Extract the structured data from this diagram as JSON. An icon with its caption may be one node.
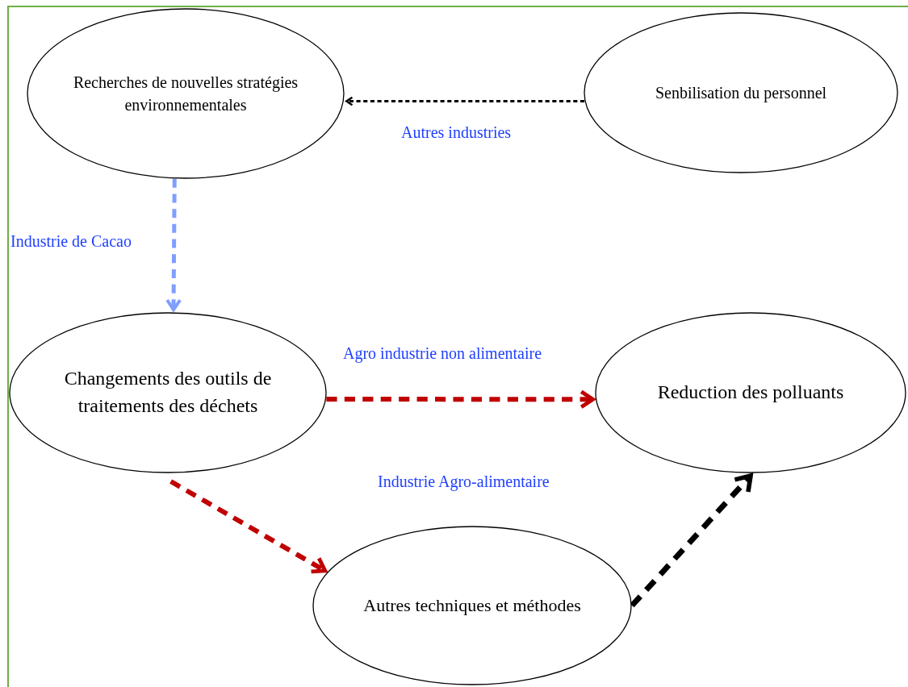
{
  "diagram": {
    "nodes": [
      {
        "text": [
          "Recherches de nouvelles stratégies environnementales"
        ]
      },
      {
        "text": [
          "Senbilisation du personnel"
        ]
      },
      {
        "text": [
          "Changements des outils de traitements des déchets"
        ]
      },
      {
        "text": [
          "Reduction des polluants"
        ]
      },
      {
        "text": [
          "Autres techniques et méthodes"
        ]
      }
    ],
    "edges": [
      {
        "from": 1,
        "to": 0,
        "arrow": "to",
        "style": "dashed",
        "color": "#000000"
      },
      {
        "from": 0,
        "to": 2,
        "arrow": "to",
        "style": "dashed",
        "color": "#7f9fff"
      },
      {
        "from": 2,
        "to": 3,
        "arrow": "to",
        "style": "dashed",
        "color": "#c00000"
      },
      {
        "from": 2,
        "to": 4,
        "arrow": "to",
        "style": "dashed",
        "color": "#c00000"
      },
      {
        "from": 4,
        "to": 3,
        "arrow": "to",
        "style": "dashed",
        "color": "#000000"
      }
    ],
    "labels": [
      "Autres industries",
      "Industrie de Cacao",
      "Agro industrie non alimentaire",
      "Industrie Agro-alimentaire"
    ]
  }
}
